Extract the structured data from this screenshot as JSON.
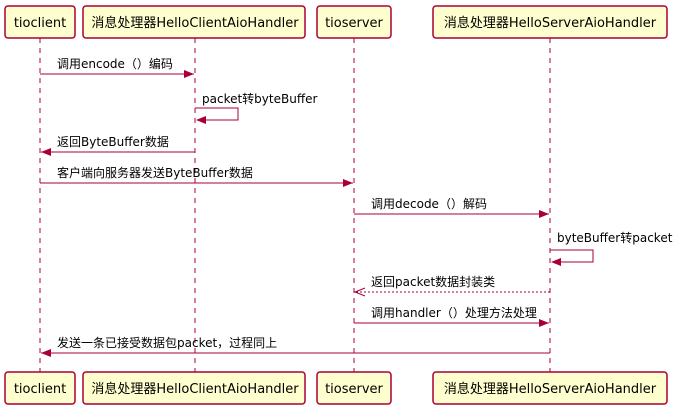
{
  "participants": [
    {
      "id": "tioclient",
      "label": "tioclient"
    },
    {
      "id": "client_handler",
      "label": "消息处理器HelloClientAioHandler"
    },
    {
      "id": "tioserver",
      "label": "tioserver"
    },
    {
      "id": "server_handler",
      "label": "消息处理器HelloServerAioHandler"
    }
  ],
  "messages": [
    {
      "from": "tioclient",
      "to": "client_handler",
      "label": "调用encode（）编码",
      "style": "solid"
    },
    {
      "from": "client_handler",
      "to": "client_handler",
      "label": "packet转byteBuffer",
      "style": "solid"
    },
    {
      "from": "client_handler",
      "to": "tioclient",
      "label": "返回ByteBuffer数据",
      "style": "solid"
    },
    {
      "from": "tioclient",
      "to": "tioserver",
      "label": "客户端向服务器发送ByteBuffer数据",
      "style": "solid"
    },
    {
      "from": "tioserver",
      "to": "server_handler",
      "label": "调用decode（）解码",
      "style": "solid"
    },
    {
      "from": "server_handler",
      "to": "server_handler",
      "label": "byteBuffer转packet",
      "style": "solid"
    },
    {
      "from": "server_handler",
      "to": "tioserver",
      "label": "返回packet数据封装类",
      "style": "dashed"
    },
    {
      "from": "tioserver",
      "to": "server_handler",
      "label": "调用handler（）处理方法处理",
      "style": "solid"
    },
    {
      "from": "server_handler",
      "to": "tioclient",
      "label": "发送一条已接受数据包packet，过程同上",
      "style": "solid"
    }
  ],
  "colors": {
    "participant_fill": "#FEFECE",
    "line": "#A80036"
  }
}
